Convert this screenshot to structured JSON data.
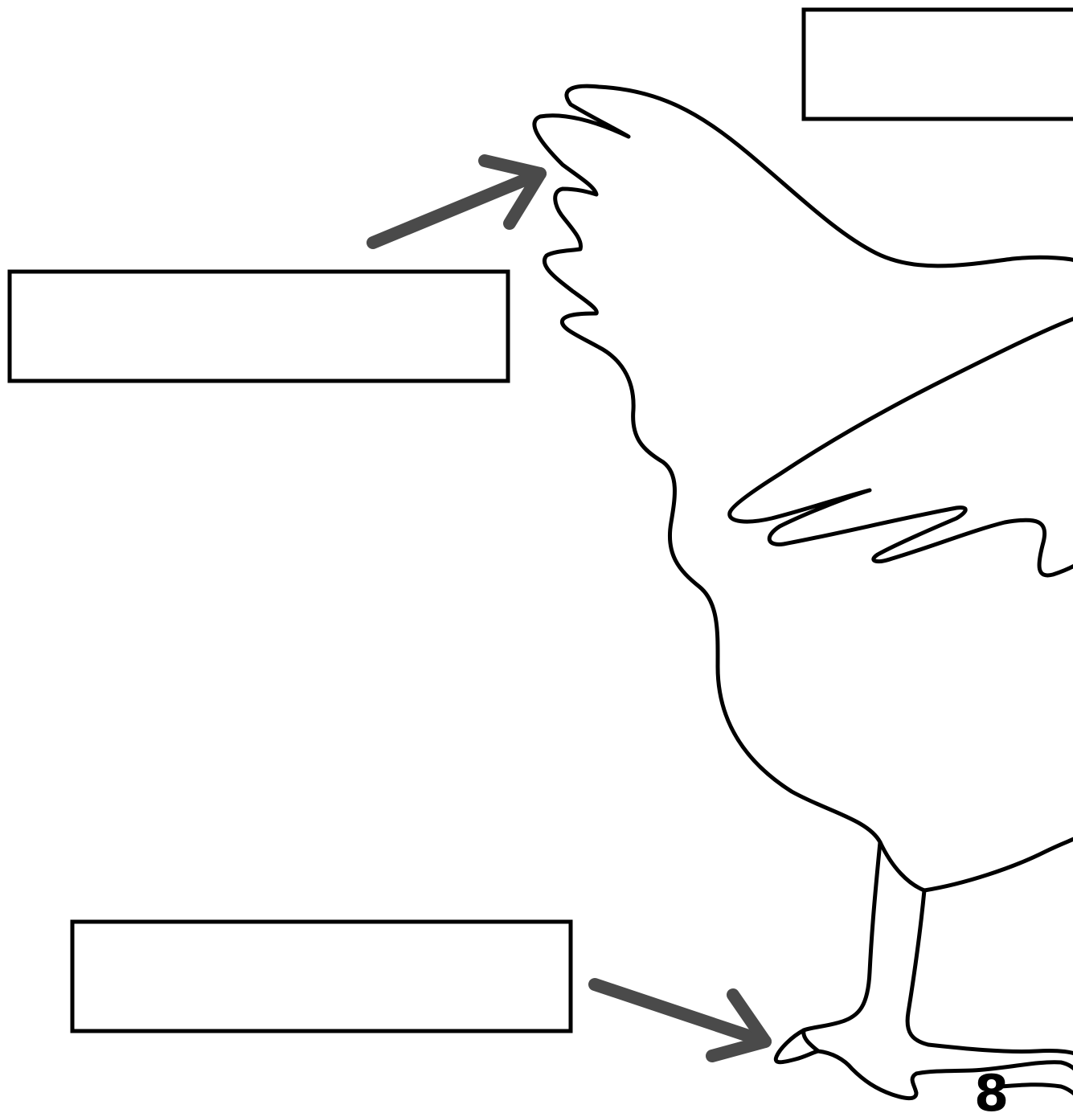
{
  "worksheet": {
    "page_number": "8",
    "label_boxes": [
      {
        "name": "top-right-label-box",
        "text": ""
      },
      {
        "name": "comb-label-box",
        "text": ""
      },
      {
        "name": "feet-label-box",
        "text": ""
      }
    ],
    "colors": {
      "outline": "#000000",
      "arrow": "#4a4a4a",
      "background": "#ffffff"
    }
  }
}
